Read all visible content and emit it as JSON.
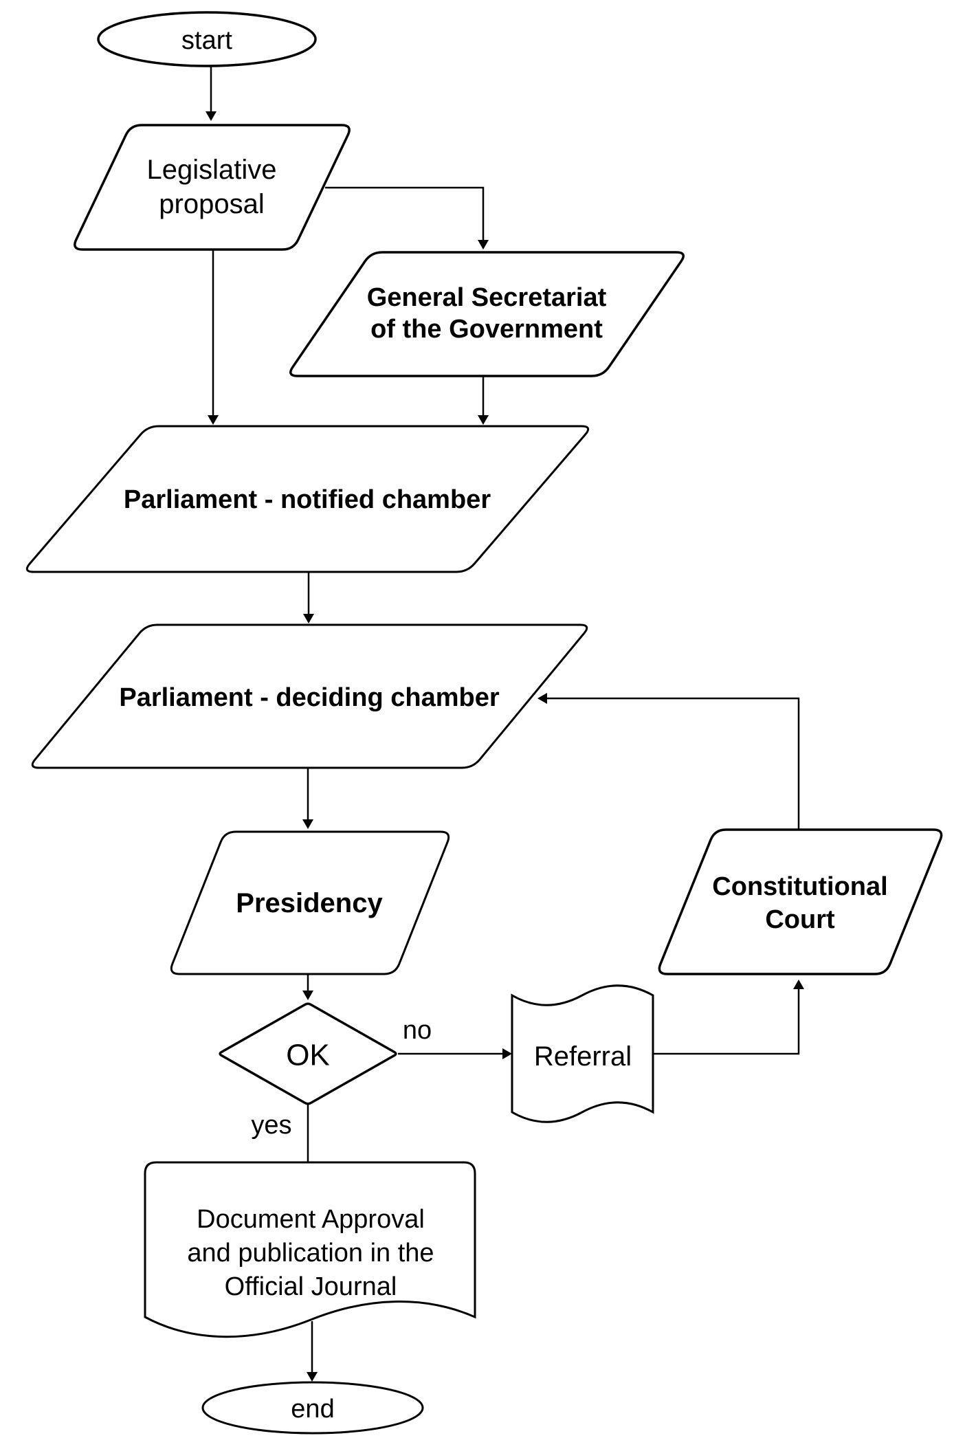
{
  "diagram": {
    "background": "#ffffff",
    "text_color": "#000000",
    "edge_color": "#000000",
    "loop_edge_color": "#8c8c8c",
    "nodes": {
      "start": {
        "label": "start",
        "shape": "terminator",
        "fill": "#ffffff",
        "stroke": "#000000"
      },
      "legislative_proposal": {
        "lines": [
          "Legislative",
          "proposal"
        ],
        "shape": "parallelogram",
        "fill": "#ffffff",
        "stroke": "#000000"
      },
      "general_secretariat": {
        "lines": [
          "General Secretariat",
          "of the Government"
        ],
        "shape": "parallelogram",
        "fill": "#ffffff",
        "stroke": "#000000",
        "bold": true
      },
      "parliament_notified": {
        "label": "Parliament - notified chamber",
        "shape": "parallelogram",
        "fill": "#d5e8d4",
        "stroke": "#82b366",
        "bold": true
      },
      "parliament_deciding": {
        "label": "Parliament - deciding chamber",
        "shape": "parallelogram",
        "fill": "#f8cecc",
        "stroke": "#b85450",
        "bold": true
      },
      "presidency": {
        "label": "Presidency",
        "shape": "parallelogram",
        "fill": "#fff2cc",
        "stroke": "#d6b656",
        "bold": true
      },
      "ok_decision": {
        "label": "OK",
        "shape": "decision-diamond",
        "fill": "#ffffff",
        "stroke": "#000000"
      },
      "referral": {
        "label": "Referral",
        "shape": "tape-document",
        "fill": "#ffffff",
        "stroke": "#000000"
      },
      "constitutional_court": {
        "lines": [
          "Constitutional",
          "Court"
        ],
        "shape": "parallelogram",
        "fill": "#ffffff",
        "stroke": "#000000",
        "bold": true
      },
      "document_approval": {
        "lines": [
          "Document Approval",
          "and publication in the",
          "Official Journal"
        ],
        "shape": "document",
        "fill": "#ffffff",
        "stroke": "#000000"
      },
      "end": {
        "label": "end",
        "shape": "terminator",
        "fill": "#ffffff",
        "stroke": "#000000"
      }
    },
    "edges": [
      {
        "from": "start",
        "to": "legislative_proposal"
      },
      {
        "from": "legislative_proposal",
        "to": "general_secretariat"
      },
      {
        "from": "legislative_proposal",
        "to": "parliament_notified"
      },
      {
        "from": "general_secretariat",
        "to": "parliament_notified"
      },
      {
        "from": "parliament_notified",
        "to": "parliament_deciding"
      },
      {
        "from": "parliament_deciding",
        "to": "presidency"
      },
      {
        "from": "presidency",
        "to": "ok_decision"
      },
      {
        "from": "ok_decision",
        "to": "referral",
        "label": "no"
      },
      {
        "from": "ok_decision",
        "to": "document_approval",
        "label": "yes"
      },
      {
        "from": "referral",
        "to": "constitutional_court"
      },
      {
        "from": "constitutional_court",
        "to": "parliament_deciding"
      },
      {
        "from": "document_approval",
        "to": "end"
      }
    ]
  }
}
